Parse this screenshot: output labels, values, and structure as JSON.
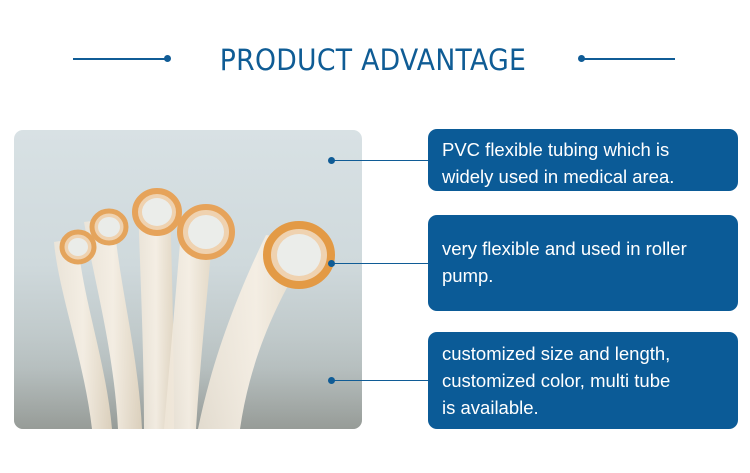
{
  "header": {
    "title": "PRODUCT ADVANTAGE"
  },
  "colors": {
    "accent": "#0b5b97",
    "background": "#ffffff",
    "card_text": "#ffffff"
  },
  "image": {
    "subject": "clear PVC flexible tubes of various diameters with amber-tinted cut ends"
  },
  "advantages": [
    {
      "lines": [
        "PVC flexible tubing which is",
        "widely used in medical area."
      ]
    },
    {
      "lines": [
        "very flexible and used in roller",
        "pump."
      ]
    },
    {
      "lines": [
        "customized size and length,",
        "customized color, multi tube",
        "is available."
      ]
    }
  ]
}
